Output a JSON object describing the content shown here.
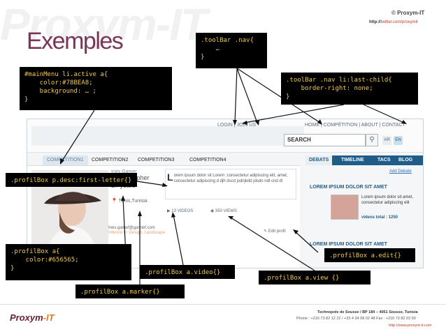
{
  "watermark": "Proxym-IT",
  "title": "Exemples",
  "brand": {
    "name": "© Proxym-IT",
    "url_prefix": "http://",
    "url_rest": "twitter.com/proxymit"
  },
  "code_boxes": {
    "toolbar_nav": ".toolBar .nav{\n    …\n}",
    "main_menu": "#mainMenu li.active a{\n    color:#78BEA8;\n    background: … ;\n}",
    "toolbar_last_child": ".toolBar .nav li:last-child{\n    border-right: none;\n}",
    "first_letter": ".profilBox p.desc:first-letter{}",
    "profil_a": ".profilBox a{\n    color:#656565;\n}",
    "marker": ".profilBox a.marker{}",
    "video": ".profilBox a.video{}",
    "view": ".profilBox a.view {}",
    "edit": ".profilBox a.edit{}"
  },
  "mockup": {
    "login_nav": "LOGIN  |  JOIN US",
    "main_nav": "HOME  |  COMPÉTITION  |  ABOUT  |  CONTACT",
    "search_placeholder": "SEARCH",
    "lang_ar": "AR",
    "lang_en": "EN",
    "tabs": [
      "COMPETITION1",
      "COMPETITION2",
      "COMPETITION3",
      "COMPETITION4"
    ],
    "profile": {
      "name": "Ines Gamer",
      "job": "Photographer",
      "age": "27 years",
      "location": "Tunis,Tunisia",
      "first_letter": "L",
      "desc": "orem ipsum dolor sit Lorem :consectetur adipiscing elit, amet, consectetur adipiscing d djh dscd jsdnjkdd jdsdo ndl cnd dl",
      "videos": "13 VIDEOS",
      "views": "350 VIEWS",
      "email": "Ines.gamef@gamlef.com",
      "interest": "Interest in: Design, Landscape",
      "edit": "Edit profil"
    },
    "side_tabs": [
      "DEBATS",
      "TIMELINE",
      "TACS",
      "BLOG"
    ],
    "add_debate": "Add Debate",
    "side_heading1": "LOREM IPSUM DOLOR SIT AMET",
    "side_text": "Lorem ipsum dolor sit amet, consectetur adipiscing elit",
    "side_stat": "videos total : 1250",
    "side_heading2": "LOREM IPSUM DOLOR SIT AMET"
  },
  "footer": {
    "logo_a": "Proxym",
    "logo_b": "-IT",
    "address": "Technopole de Sousse / BP 184 – 4051 Sousse, Tunisia",
    "phone": "Phone : +216 73 82 12 22 / +33  4 34 08 02 48 Fax : +216 73 82 03 90",
    "url": "http://www.proxym-it.com"
  }
}
